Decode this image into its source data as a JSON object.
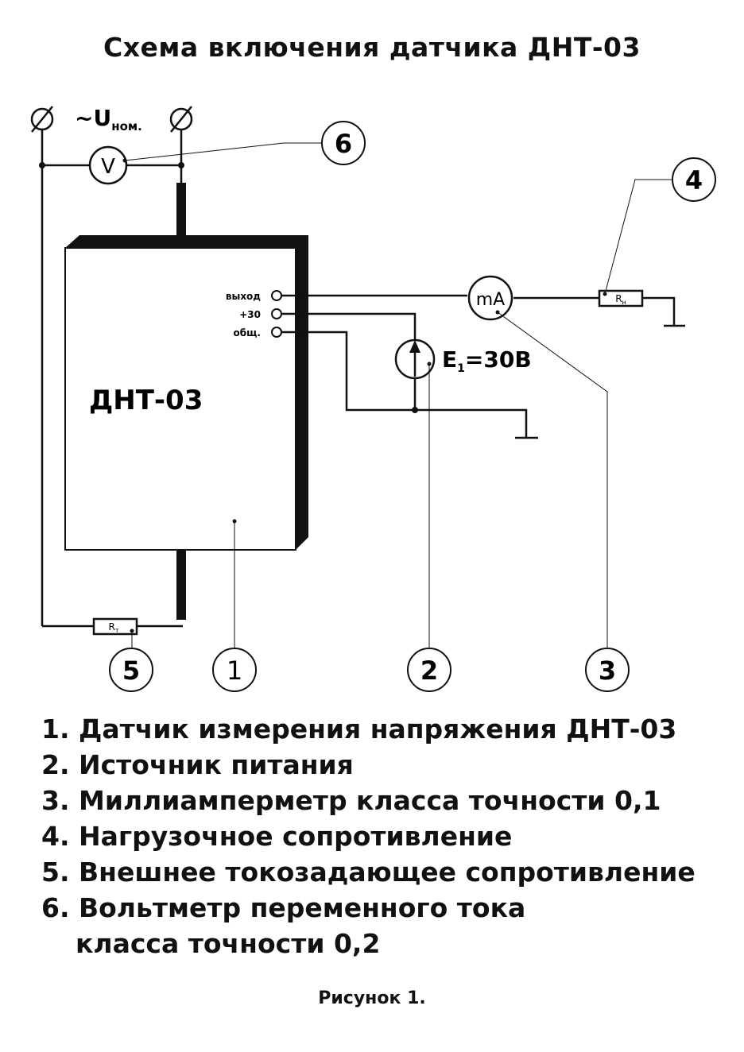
{
  "title": "Схема включения датчика ДНТ-03",
  "supply": {
    "tilde": "~",
    "voltage_symbol": "U",
    "voltage_subscript": "ном."
  },
  "device": {
    "name": "ДНТ-03"
  },
  "terminals": {
    "output": "выход",
    "plus30": "+30",
    "common": "общ."
  },
  "meters": {
    "voltmeter": "V",
    "milliammeter": "mA"
  },
  "resistors": {
    "load": {
      "symbol": "R",
      "subscript": "н"
    },
    "current_setting": {
      "symbol": "R",
      "subscript": "т"
    }
  },
  "source": {
    "symbol": "E",
    "subscript": "1",
    "value": "=30В"
  },
  "callouts": [
    "1",
    "2",
    "3",
    "4",
    "5",
    "6"
  ],
  "legend": [
    "1. Датчик измерения напряжения ДНТ-03",
    "2. Источник питания",
    "3. Миллиамперметр класса точности 0,1",
    "4. Нагрузочное сопротивление",
    "5. Внешнее токозадающее сопротивление",
    "6. Вольтметр переменного тока"
  ],
  "legend_continuation": "класса точности 0,2",
  "caption": "Рисунок 1."
}
